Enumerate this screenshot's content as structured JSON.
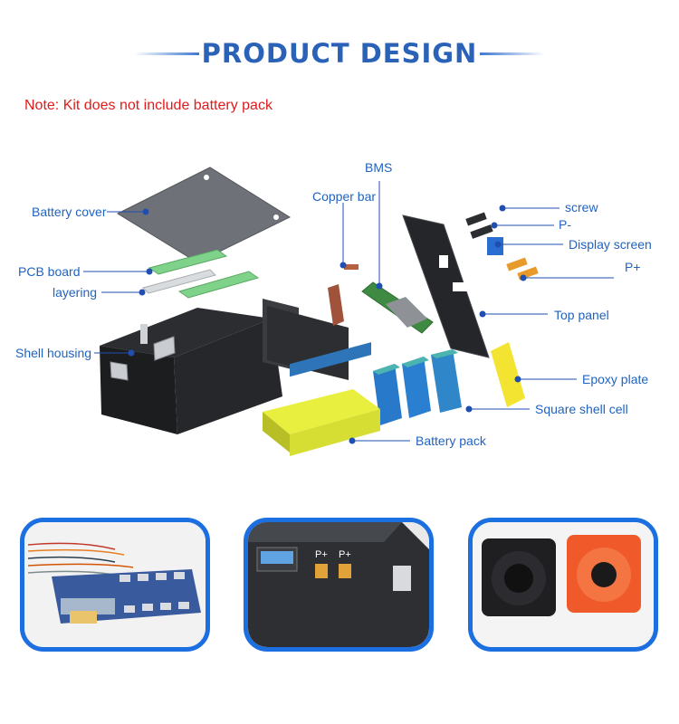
{
  "header": {
    "title": "PRODUCT DESIGN"
  },
  "note": "Note: Kit does not include battery pack",
  "labels": {
    "battery_cover": "Battery cover",
    "pcb_board": "PCB board",
    "layering": "layering",
    "shell_housing": "Shell housing",
    "bms": "BMS",
    "copper_bar": "Copper bar",
    "screw": "screw",
    "p_minus": "P-",
    "display_screen": "Display screen",
    "p_plus": "P+",
    "top_panel": "Top panel",
    "epoxy_plate": "Epoxy plate",
    "square_shell_cell": "Square shell cell",
    "battery_pack": "Battery pack"
  },
  "photos": {
    "terminal_1": "P+",
    "terminal_2": "P+"
  },
  "colors": {
    "accent": "#2a62b8",
    "label": "#1f63c2",
    "note": "#e11b1b",
    "frame": "#1c6fe0",
    "leader_dot": "#1f4fb0"
  }
}
